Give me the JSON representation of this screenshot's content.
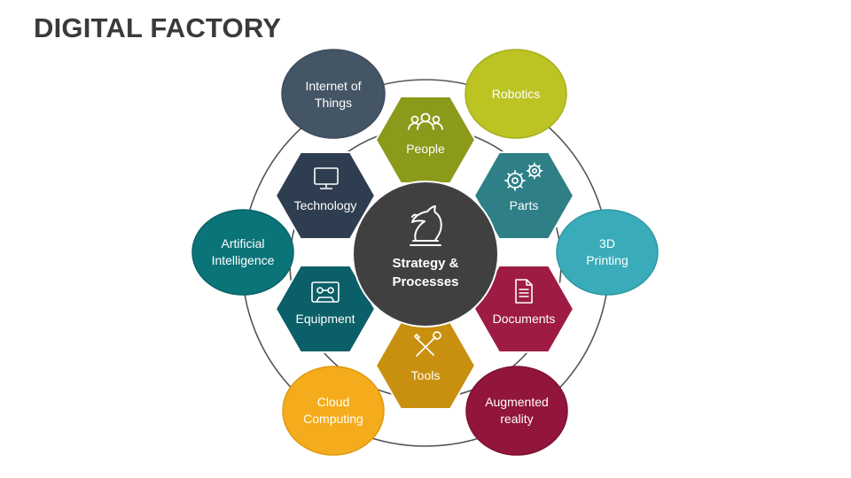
{
  "title": "DIGITAL FACTORY",
  "center": {
    "line1": "Strategy &",
    "line2": "Processes",
    "icon": "chess-knight-icon",
    "color": "#404040"
  },
  "hexagons": [
    {
      "id": "people",
      "label": "People",
      "icon": "people-icon",
      "color": "#8b9a1a"
    },
    {
      "id": "parts",
      "label": "Parts",
      "icon": "gears-icon",
      "color": "#2e7f86"
    },
    {
      "id": "documents",
      "label": "Documents",
      "icon": "document-icon",
      "color": "#9e1c44"
    },
    {
      "id": "tools",
      "label": "Tools",
      "icon": "tools-icon",
      "color": "#c8900e"
    },
    {
      "id": "equipment",
      "label": "Equipment",
      "icon": "cassette-icon",
      "color": "#0b5f68"
    },
    {
      "id": "technology",
      "label": "Technology",
      "icon": "monitor-icon",
      "color": "#2f3d50"
    }
  ],
  "circles": [
    {
      "id": "internet-of-things",
      "lines": [
        "Internet of",
        "Things"
      ],
      "color": "#445566"
    },
    {
      "id": "robotics",
      "lines": [
        "Robotics"
      ],
      "color": "#bcc424"
    },
    {
      "id": "3d-printing",
      "lines": [
        "3D",
        "Printing"
      ],
      "color": "#3aacb9"
    },
    {
      "id": "augmented-reality",
      "lines": [
        "Augmented",
        "reality"
      ],
      "color": "#92153b"
    },
    {
      "id": "cloud-computing",
      "lines": [
        "Cloud",
        "Computing"
      ],
      "color": "#f4ac1c"
    },
    {
      "id": "artificial-intelligence",
      "lines": [
        "Artificial",
        "Intelligence"
      ],
      "color": "#0b7479"
    }
  ]
}
